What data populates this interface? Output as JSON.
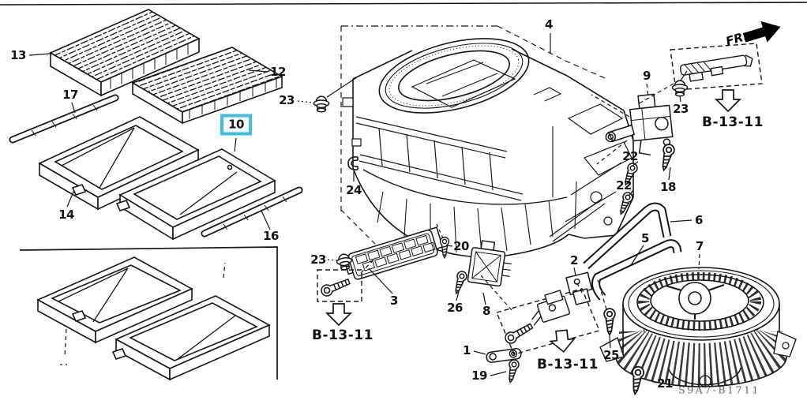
{
  "page": {
    "code_stamp": "S9A7-B1711",
    "fr_label": "FR.",
    "line_color": "#161616",
    "background": "#ffffff"
  },
  "highlight": {
    "part": "10",
    "color": "#3BBFE9"
  },
  "callouts": [
    {
      "text": "13"
    },
    {
      "text": "12"
    },
    {
      "text": "17"
    },
    {
      "text": "10",
      "highlighted": true
    },
    {
      "text": "14"
    },
    {
      "text": "16"
    },
    {
      "text": "23"
    },
    {
      "text": "24"
    },
    {
      "text": "4"
    },
    {
      "text": "9"
    },
    {
      "text": "23"
    },
    {
      "text": "22"
    },
    {
      "text": "22"
    },
    {
      "text": "18"
    },
    {
      "text": "6"
    },
    {
      "text": "5"
    },
    {
      "text": "7"
    },
    {
      "text": "20"
    },
    {
      "text": "3"
    },
    {
      "text": "23"
    },
    {
      "text": "26"
    },
    {
      "text": "8"
    },
    {
      "text": "2"
    },
    {
      "text": "25"
    },
    {
      "text": "1"
    },
    {
      "text": "19"
    },
    {
      "text": "21"
    }
  ],
  "references": [
    {
      "text": "B-13-11"
    },
    {
      "text": "B-13-11"
    },
    {
      "text": "B-13-11"
    }
  ]
}
